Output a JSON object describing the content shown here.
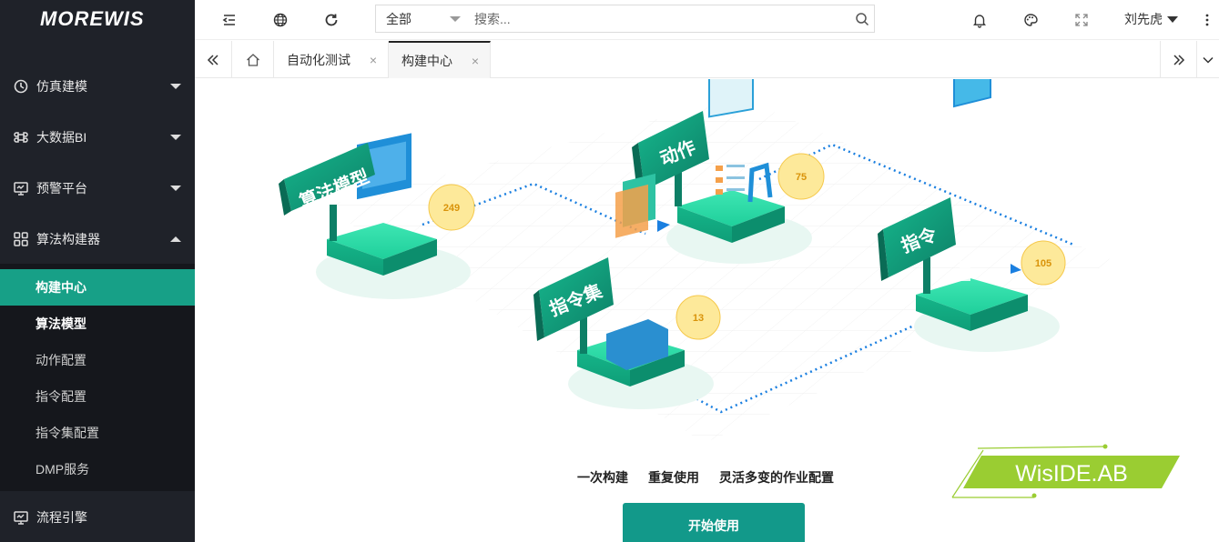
{
  "logo": {
    "text_a": "MOREWIS",
    "text_b": ""
  },
  "sidebar": {
    "partial_item": "",
    "items": [
      {
        "label": "仿真建模",
        "icon": "clock-arrow-icon",
        "expanded": false
      },
      {
        "label": "大数据BI",
        "icon": "command-icon",
        "expanded": false
      },
      {
        "label": "预警平台",
        "icon": "monitor-icon",
        "expanded": false
      },
      {
        "label": "算法构建器",
        "icon": "grid-icon",
        "expanded": true
      },
      {
        "label": "流程引擎",
        "icon": "monitor-icon",
        "expanded": false
      }
    ],
    "submenu": [
      {
        "label": "构建中心",
        "active": true
      },
      {
        "label": "算法模型",
        "active": false
      },
      {
        "label": "动作配置",
        "active": false
      },
      {
        "label": "指令配置",
        "active": false
      },
      {
        "label": "指令集配置",
        "active": false
      },
      {
        "label": "DMP服务",
        "active": false
      }
    ]
  },
  "header": {
    "search": {
      "scope": "全部",
      "placeholder": "搜索..."
    },
    "user": "刘先虎"
  },
  "tabs": [
    {
      "label": "自动化测试",
      "active": false
    },
    {
      "label": "构建中心",
      "active": true
    }
  ],
  "diagram": {
    "nodes": [
      {
        "label": "算法模型",
        "count": "249"
      },
      {
        "label": "动作",
        "count": "75"
      },
      {
        "label": "指令",
        "count": "105"
      },
      {
        "label": "指令集",
        "count": "13"
      }
    ]
  },
  "tagline": [
    "一次构建",
    "重复使用",
    "灵活多变的作业配置"
  ],
  "start_button": "开始使用",
  "brand_badge": "WisIDE.AB",
  "colors": {
    "accent": "#17a087",
    "node_green": "#1fcf9b",
    "badge_lime": "#9acd32",
    "badge_yellow": "#fde99a"
  }
}
